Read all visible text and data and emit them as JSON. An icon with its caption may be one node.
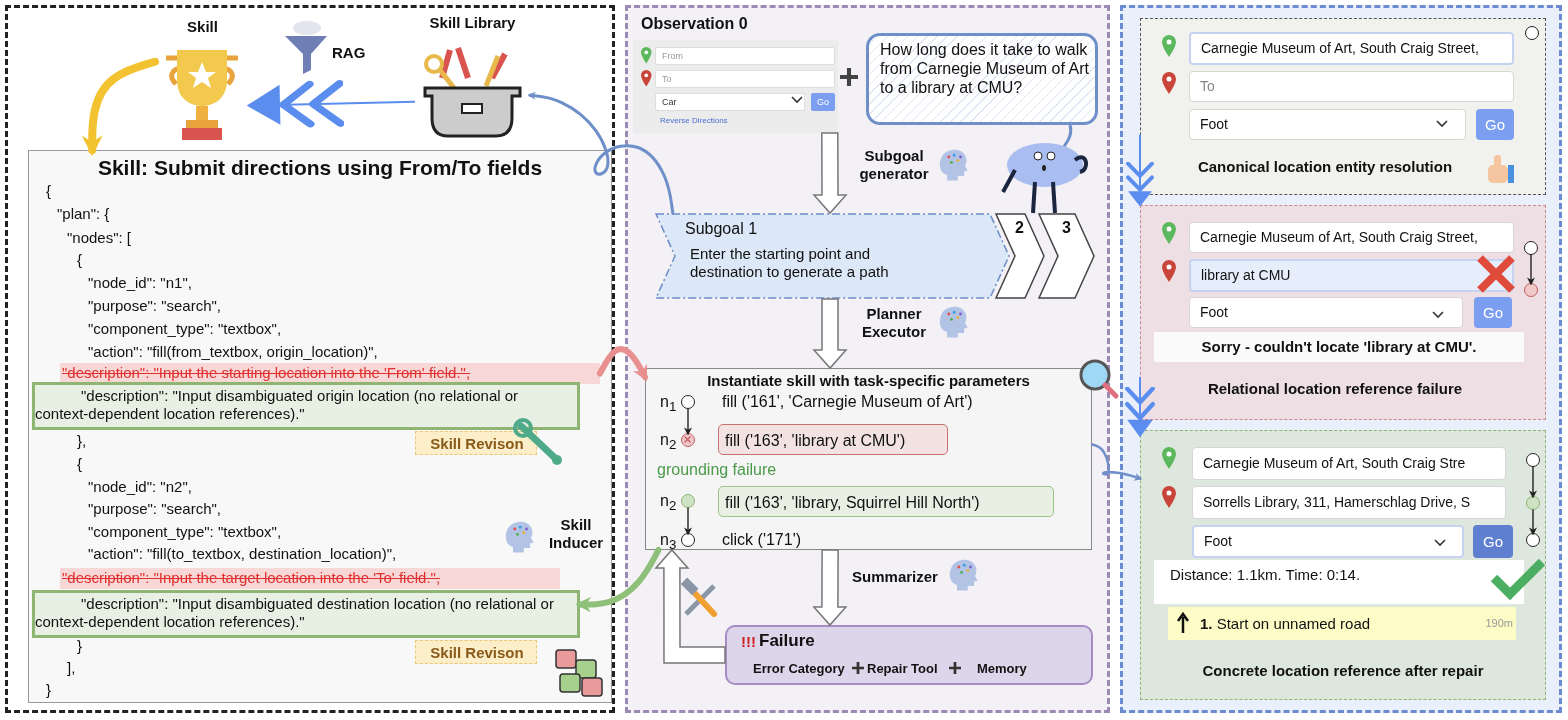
{
  "diagram": {
    "nodes": [
      {
        "text": [],
        "shape": "box"
      },
      {
        "text": [
          "Skill"
        ],
        "in": 0
      },
      {
        "text": [
          "Skill Library"
        ],
        "in": 0
      },
      {
        "text": [
          "Skill: Submit directions using From/To fields",
          "{",
          "\"plan\": {",
          "\"nodes\": [",
          "{",
          "\"node_id\": \"n1\",",
          "\"purpose\": \"search\",",
          "\"component_type\": \"textbox\",",
          "\"action\": \"fill(from_textbox, origin_location)\",",
          "},",
          "{",
          "\"node_id\": \"n2\",",
          "\"purpose\": \"search\",",
          "\"component_type\": \"textbox\",",
          "\"action\": \"fill(to_textbox, destination_location)\",",
          "}",
          "],",
          "}"
        ],
        "in": 0
      },
      {
        "text": [
          "\"description\": \"Input the starting location into the 'From' field.\","
        ],
        "in": 3
      },
      {
        "text": [
          "\"description\": \"Input disambiguated origin location (no relational or context-dependent location references).\""
        ],
        "in": 3
      },
      {
        "text": [
          "Skill Revison"
        ],
        "in": 3
      },
      {
        "text": [
          "\"description\": \"Input the target location into the 'To' field.\","
        ],
        "in": 3
      },
      {
        "text": [
          "\"description\": \"Input disambiguated destination location (no relational or context-dependent location references).\""
        ],
        "in": 3
      },
      {
        "text": [
          "Skill Revison"
        ],
        "in": 3
      },
      {
        "text": [],
        "shape": "box"
      },
      {
        "text": [
          "Observation 0",
          "From",
          "To",
          "Car",
          "Go",
          "Reverse Directions"
        ],
        "in": 10
      },
      {
        "text": [
          "How long does it take to walk from Carnegie Museum of Art to a library at CMU?"
        ],
        "in": 10
      },
      {
        "text": [
          "Subgoal 1",
          "Enter the starting point and destination to generate a path"
        ],
        "in": 10
      },
      {
        "text": [
          "2"
        ],
        "in": 10
      },
      {
        "text": [
          "3"
        ],
        "in": 10
      },
      {
        "text": [
          "Instantiate skill with task-specific parameters",
          "fill ('161', 'Carnegie Museum of Art')",
          "grounding failure",
          "click ('171')"
        ],
        "in": 10
      },
      {
        "text": [],
        "shape": "circle",
        "in": 16,
        "beside": [
          "n$_{1}$"
        ]
      },
      {
        "text": [],
        "shape": "circle",
        "in": 16,
        "beside": [
          "n$_{2}$"
        ]
      },
      {
        "text": [
          "fill ('163', 'library at CMU')"
        ],
        "in": 16
      },
      {
        "text": [],
        "shape": "circle",
        "in": 16,
        "beside": [
          "n$_{2}$"
        ]
      },
      {
        "text": [
          "fill ('163', 'library, Squirrel Hill North')"
        ],
        "in": 16
      },
      {
        "text": [],
        "shape": "circle",
        "in": 16,
        "beside": [
          "n$_{3}$"
        ]
      },
      {
        "text": [
          "!!!",
          "Failure",
          "Error Category",
          "Repair Tool",
          "Memory"
        ],
        "in": 10
      },
      {
        "text": [],
        "shape": "box"
      },
      {
        "text": [
          "Carnegie Museum of Art, South Craig Street,",
          "To",
          "Foot",
          "Go",
          "Canonical location entity resolution"
        ],
        "in": 24
      },
      {
        "text": [],
        "shape": "circle",
        "in": 25
      },
      {
        "text": [
          "Carnegie Museum of Art, South Craig Street,",
          "library at CMU",
          "Foot",
          "Go",
          "Sorry - couldn't locate 'library at CMU'.",
          "Relational location reference failure"
        ],
        "in": 24
      },
      {
        "text": [],
        "shape": "circle",
        "in": 27
      },
      {
        "text": [],
        "shape": "circle",
        "in": 27
      },
      {
        "text": [
          "Carnegie Museum of Art, South Craig Stre",
          "Sorrells Library, 311, Hamerschlag Drive, S",
          "Foot",
          "Go",
          "Distance: 1.1km. Time: 0:14.",
          "**1.** Start on unnamed road",
          "190m",
          "Concrete location reference after repair"
        ],
        "in": 24
      },
      {
        "text": [],
        "shape": "circle",
        "in": 30
      },
      {
        "text": [],
        "shape": "circle",
        "in": 30
      },
      {
        "text": [],
        "shape": "circle",
        "in": 30
      }
    ],
    "edges": [
      {
        "from": 2,
        "to": 1,
        "arrow": "to",
        "label": "RAG",
        "color": "#5b8def"
      },
      {
        "from": 1,
        "to": 3,
        "arrow": "to",
        "style": "thick",
        "color": "#f2c230"
      },
      {
        "from": 13,
        "to": 2,
        "arrow": "to",
        "color": "#6f8fc8"
      },
      {
        "from": 4,
        "to": 16,
        "arrow": "to",
        "style": "thick",
        "color": "#e89090"
      },
      {
        "from": 16,
        "to": 8,
        "arrow": "to",
        "style": "thick",
        "color": "#8fc07a"
      },
      {
        "from": 11,
        "to": 13,
        "arrow": "to",
        "style": "thick",
        "label": "Subgoal generator"
      },
      {
        "from": 13,
        "to": 16,
        "arrow": "to",
        "style": "thick",
        "label": "Planner Executor"
      },
      {
        "from": 16,
        "to": 23,
        "arrow": "to",
        "style": "thick",
        "label": "Summarizer"
      },
      {
        "from": 23,
        "to": 16,
        "arrow": "to",
        "style": "thick"
      },
      {
        "from": 17,
        "to": 18,
        "arrow": "to"
      },
      {
        "from": 20,
        "to": 22,
        "arrow": "to"
      },
      {
        "from": 16,
        "to": 30,
        "arrow": "to",
        "color": "#6f8fc8"
      },
      {
        "from": 25,
        "to": 27,
        "arrow": "to",
        "color": "#5b8def"
      },
      {
        "from": 27,
        "to": 30,
        "arrow": "to",
        "color": "#5b8def"
      },
      {
        "from": 28,
        "to": 29,
        "arrow": "to"
      },
      {
        "from": 31,
        "to": 32,
        "arrow": "to"
      },
      {
        "from": 32,
        "to": 33,
        "arrow": "to"
      }
    ],
    "labels": [
      "Skill Inducer"
    ]
  }
}
